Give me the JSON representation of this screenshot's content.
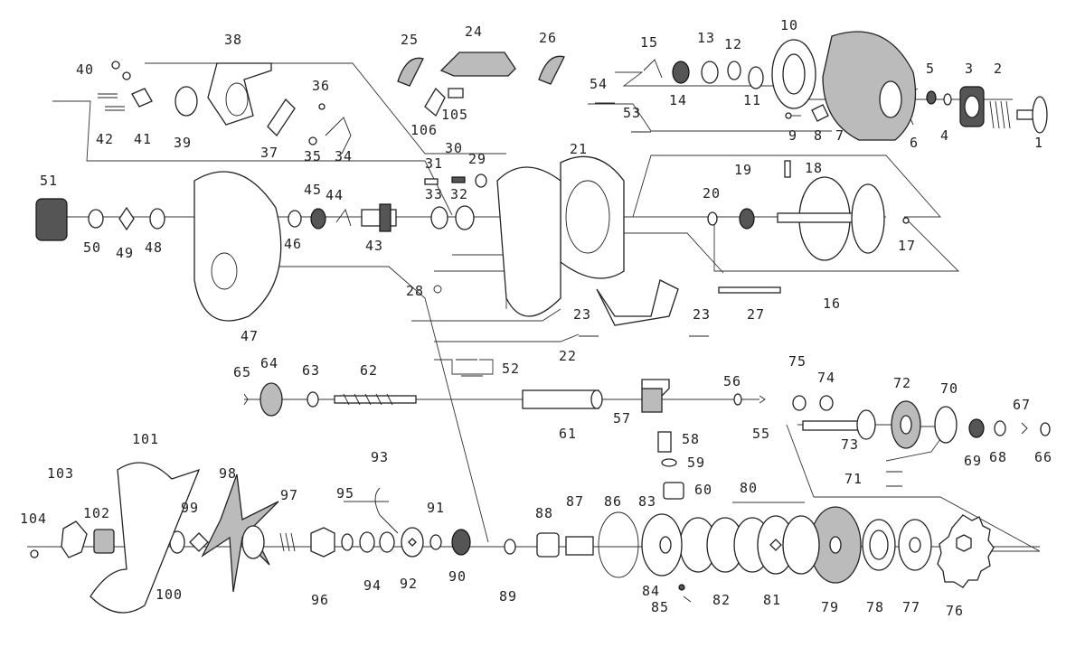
{
  "diagram": {
    "labels": [
      "1",
      "2",
      "3",
      "4",
      "5",
      "6",
      "7",
      "8",
      "9",
      "10",
      "11",
      "12",
      "13",
      "14",
      "15",
      "16",
      "17",
      "18",
      "19",
      "20",
      "21",
      "22",
      "23",
      "23",
      "24",
      "25",
      "26",
      "27",
      "28",
      "29",
      "30",
      "31",
      "32",
      "33",
      "34",
      "35",
      "36",
      "37",
      "38",
      "39",
      "40",
      "41",
      "42",
      "43",
      "44",
      "45",
      "46",
      "47",
      "48",
      "49",
      "50",
      "51",
      "52",
      "53",
      "54",
      "55",
      "56",
      "57",
      "58",
      "59",
      "60",
      "61",
      "62",
      "63",
      "64",
      "65",
      "66",
      "67",
      "68",
      "69",
      "70",
      "71",
      "72",
      "73",
      "74",
      "75",
      "76",
      "77",
      "78",
      "79",
      "80",
      "81",
      "82",
      "83",
      "84",
      "85",
      "86",
      "87",
      "88",
      "89",
      "90",
      "91",
      "92",
      "93",
      "94",
      "95",
      "96",
      "97",
      "98",
      "99",
      "100",
      "101",
      "102",
      "103",
      "104",
      "105",
      "106"
    ]
  }
}
